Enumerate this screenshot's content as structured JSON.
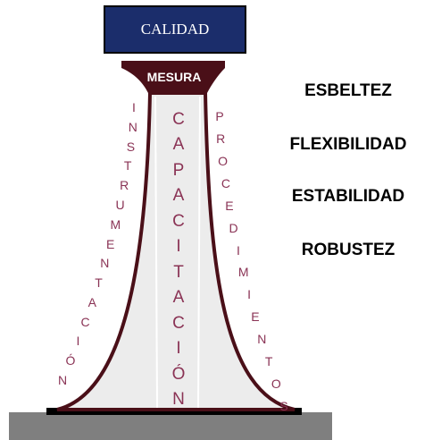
{
  "top_box": {
    "label": "CALIDAD",
    "fill": "#1b2d6b"
  },
  "capital": {
    "label": "MESURA",
    "fill": "#4a0f18"
  },
  "column": {
    "center_word": "CAPACITACIÓN",
    "left_word": "INSTRUMENTACIÓN",
    "right_word": "PROCEDIMIENTOS",
    "fill": "#ececec",
    "outline": "#4a0f18",
    "letter_color": "#8a3355"
  },
  "base": {
    "ground_fill": "#7f7f7f",
    "plinth_fill": "#000000"
  },
  "properties": [
    "ESBELTEZ",
    "FLEXIBILIDAD",
    "ESTABILIDAD",
    "ROBUSTEZ"
  ]
}
